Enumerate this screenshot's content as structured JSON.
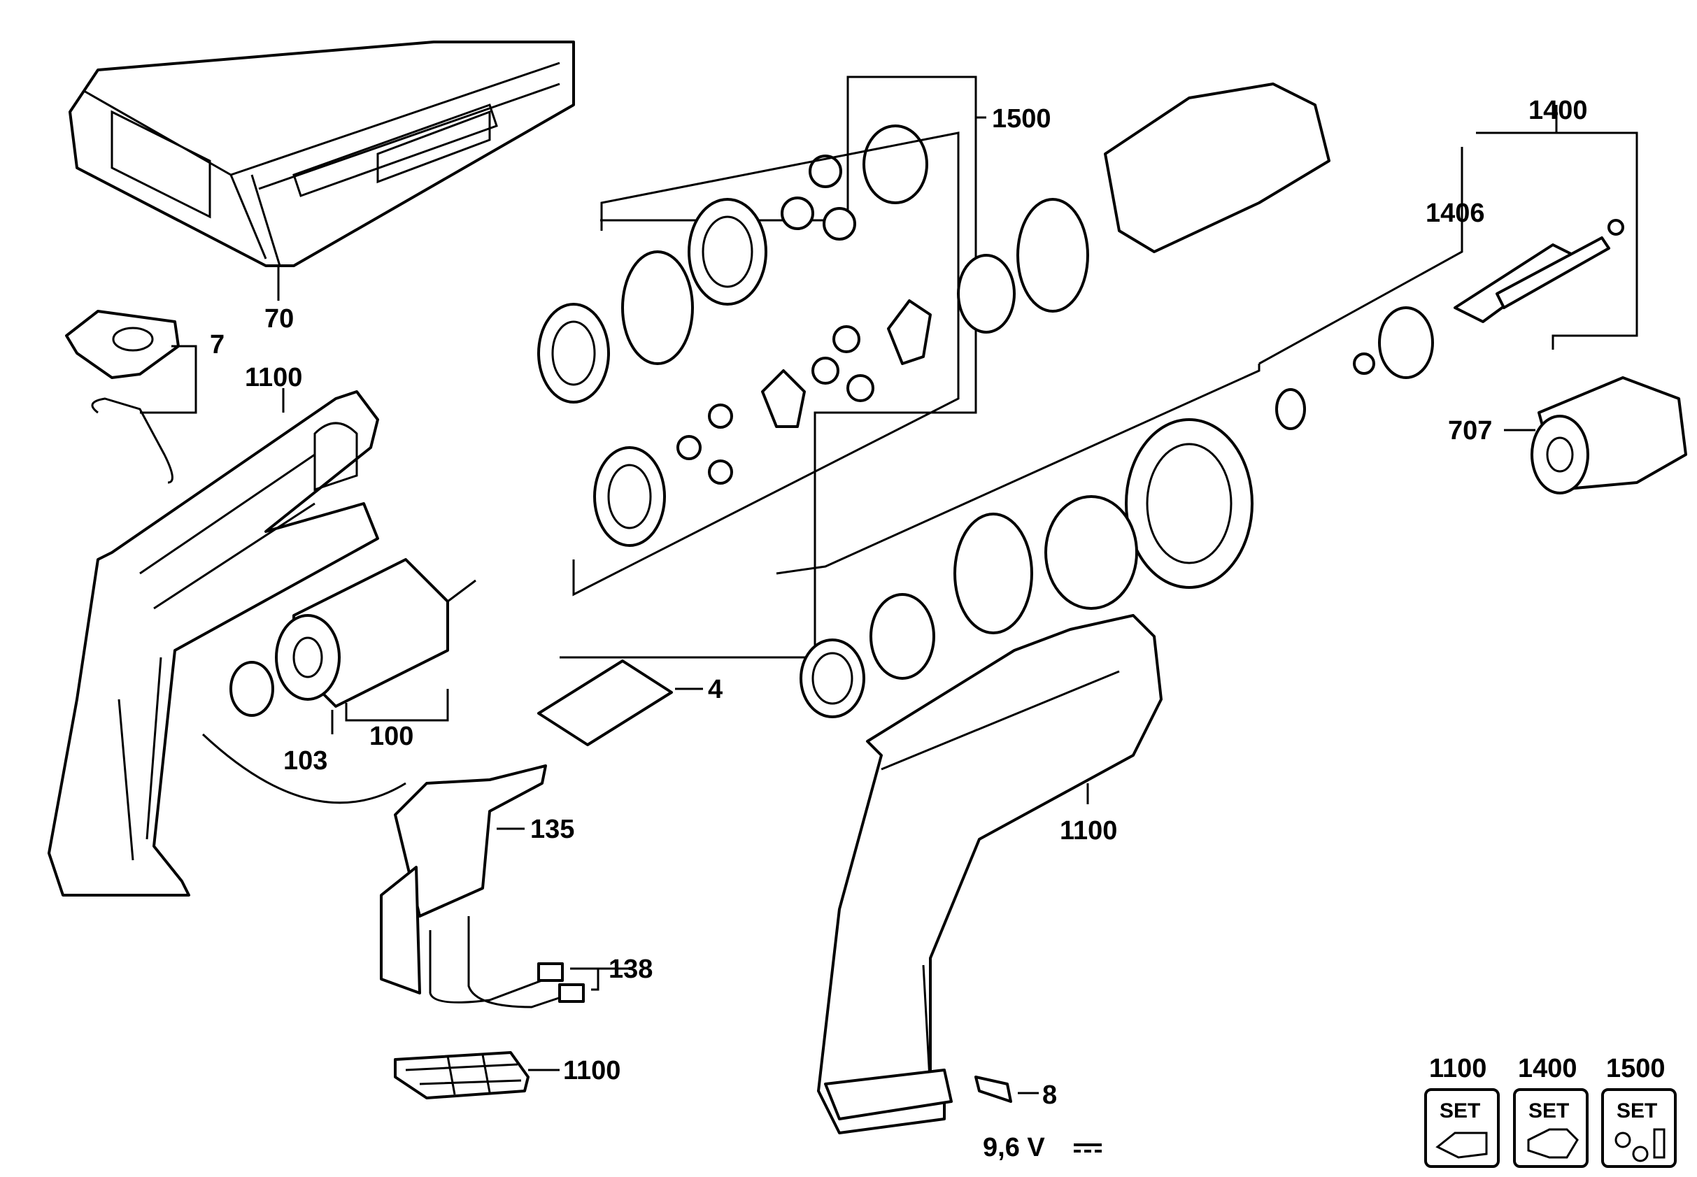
{
  "labels": {
    "case": "70",
    "clip_set": "7",
    "housing_left": "1100",
    "gearbox_set": "1500",
    "chuck_set": "1400",
    "spindle_set": "1406",
    "chuck": "707",
    "nameplate": "4",
    "motor": "100",
    "motor_part": "103",
    "switch": "135",
    "cable": "138",
    "battery_contact": "1100",
    "housing_right": "1100",
    "screw": "8"
  },
  "voltage": "9,6 V",
  "set_badges": [
    {
      "number": "1100",
      "text": "SET"
    },
    {
      "number": "1400",
      "text": "SET"
    },
    {
      "number": "1500",
      "text": "SET"
    }
  ]
}
